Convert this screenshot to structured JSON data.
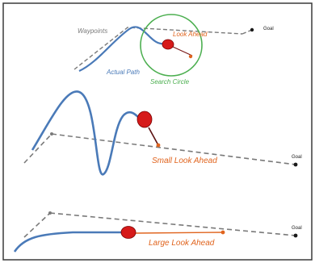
{
  "panel1": {
    "waypoints_label": "Waypoints",
    "actual_path_label": "Actual Path",
    "look_ahead_label": "Look Ahead",
    "search_circle_label": "Search Circle",
    "goal_label": "Goal"
  },
  "panel2": {
    "look_ahead_label": "Small Look Ahead",
    "goal_label": "Goal"
  },
  "panel3": {
    "look_ahead_label": "Large Look Ahead",
    "goal_label": "Goal"
  },
  "colors": {
    "path": "#4a7ab8",
    "waypoints": "#7a7a7a",
    "robot": "#d61a1a",
    "look_ahead": "#e0641e",
    "search_circle": "#4caf50",
    "frame": "#3a3a3a"
  }
}
